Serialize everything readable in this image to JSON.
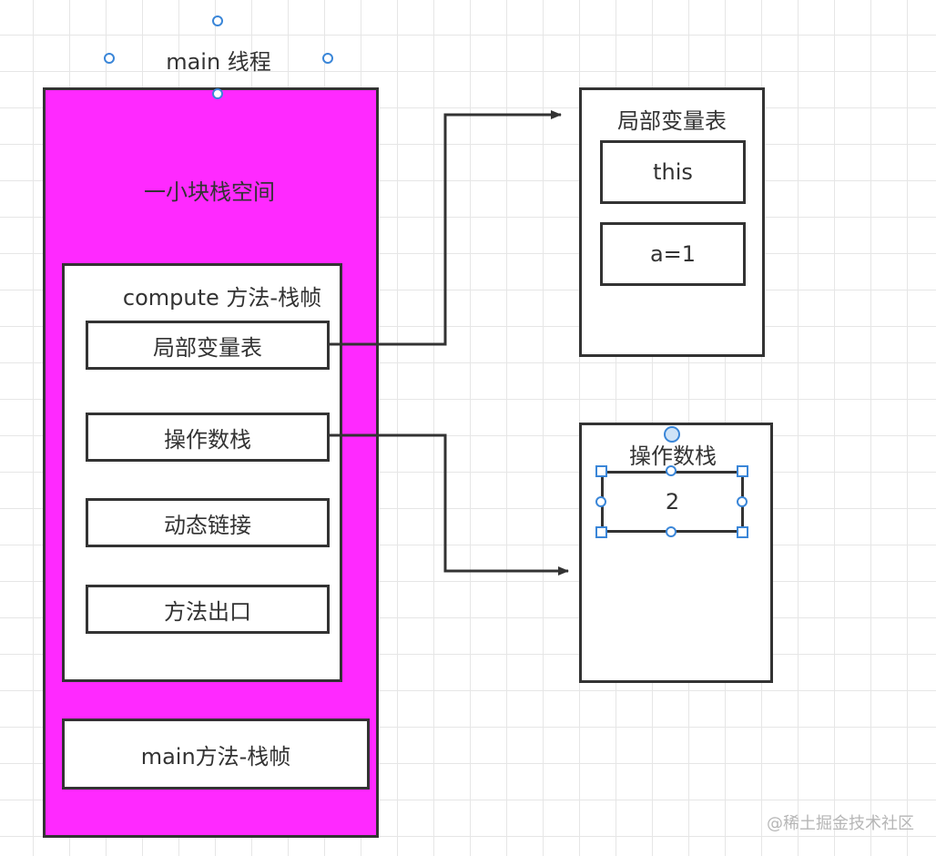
{
  "thread_title": "main 线程",
  "stack": {
    "label": "一小块栈空间",
    "fill": "#ff29ff"
  },
  "compute_frame": {
    "title": "compute 方法-栈帧",
    "items": [
      "局部变量表",
      "操作数栈",
      "动态链接",
      "方法出口"
    ]
  },
  "main_frame": {
    "label": "main方法-栈帧"
  },
  "local_var_table": {
    "title": "局部变量表",
    "entries": [
      "this",
      "a=1"
    ]
  },
  "operand_stack": {
    "title": "操作数栈",
    "entries": [
      "2"
    ]
  },
  "watermark": "@稀土掘金技术社区",
  "colors": {
    "stroke": "#333333",
    "handle": "#3a86d8",
    "grid": "#e6e6e6"
  }
}
